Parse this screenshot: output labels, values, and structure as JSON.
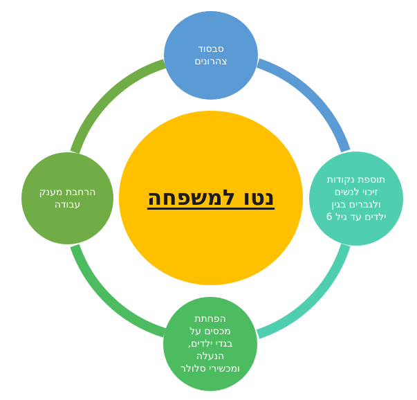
{
  "center": {
    "title": "נטו למשפחה",
    "color": "#ffc000"
  },
  "nodes": {
    "top": {
      "label": "סבסוד\nצהרונים",
      "color": "#5b9bd5"
    },
    "right": {
      "label": "תוספת נקודות\nזיכוי לנשים\nולגברים בגין\nילדים עד גיל 6",
      "color": "#4fcfb0"
    },
    "bottom": {
      "label": "הפחתת\nמכסים על\nבגדי ילדים,\nהנעלה\nומכשירי סלולר",
      "color": "#4dbb5f"
    },
    "left": {
      "label": "הרחבת מענק\nעבודה",
      "color": "#70ad47"
    }
  },
  "ring_colors": {
    "top_right": "#5b9bd5",
    "right_bottom": "#4fcfb0",
    "bottom_left": "#4dbb5f",
    "left_top": "#70ad47"
  }
}
